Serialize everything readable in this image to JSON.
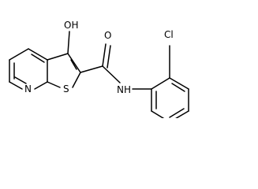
{
  "molecule": {
    "atom_labels": {
      "hydroxyl": "OH",
      "carbonyl_oxygen": "O",
      "sulfur": "S",
      "pyridine_nitrogen": "N",
      "amide_nitrogen": "NH",
      "chlorine": "Cl"
    },
    "colors": {
      "bond": "#000000",
      "label": "#000000",
      "background": "#ffffff"
    }
  }
}
